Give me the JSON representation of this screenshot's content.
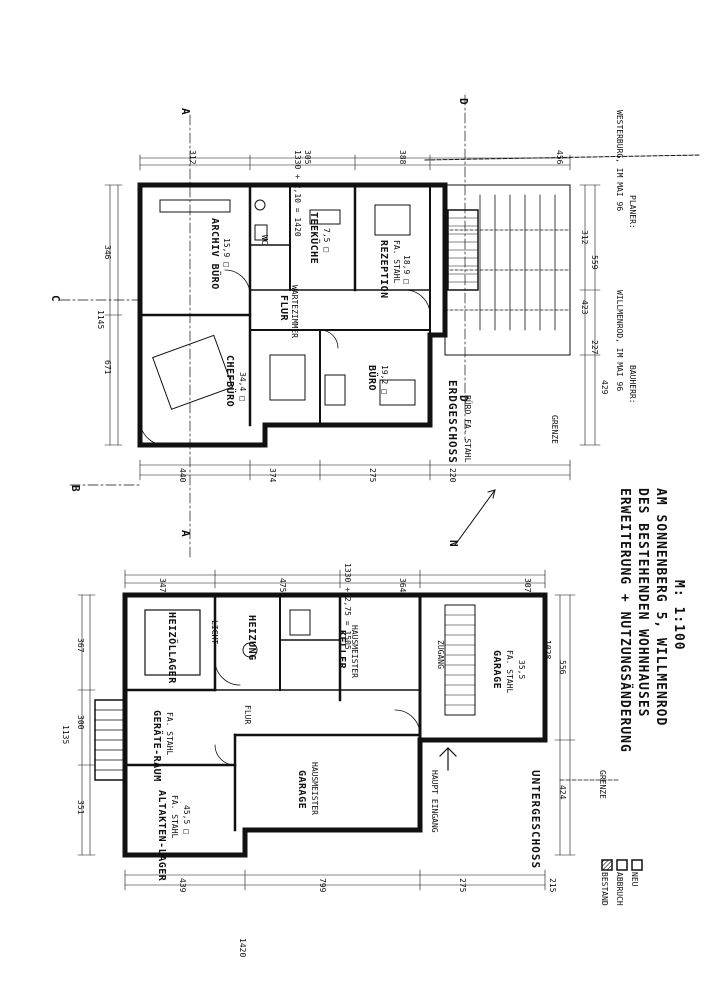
{
  "plans": {
    "upper": {
      "rooms": [
        {
          "name": "ARCHIV BÜRO",
          "area": "15,9 □"
        },
        {
          "name": "TEEKÜCHE",
          "area": "7,5 □"
        },
        {
          "name": "REZEPTION",
          "sub": "FA. STAHL",
          "area": "18,9 □"
        },
        {
          "name": "CHEFBÜRO",
          "area": "34,4 □"
        },
        {
          "name": "BÜRO",
          "area": "19,2 □"
        },
        {
          "name": "FLUR",
          "sub": "WARTEZIMMER"
        },
        {
          "name": "WC"
        }
      ],
      "label": "ERDGESCHOSS",
      "sublabel": "BÜRO FA. STAHL"
    },
    "lower": {
      "rooms": [
        {
          "name": "HEIZÖLLAGER"
        },
        {
          "name": "HEIZUNG"
        },
        {
          "name": "KELLER",
          "sub": "HAUSMEISTER"
        },
        {
          "name": "GARAGE",
          "sub": "HAUSMEISTER"
        },
        {
          "name": "GARAGE",
          "sub": "FA. STAHL",
          "area": "35,5"
        },
        {
          "name": "GERÄTE-RAUM",
          "sub": "FA. STAHL"
        },
        {
          "name": "ALTAKTEN-LAGER",
          "sub": "FA. STAHL",
          "area": "45,5 □"
        },
        {
          "name": "FLUR"
        },
        {
          "name": "HAUPT EINGANG"
        },
        {
          "name": "ZUGANG"
        },
        {
          "name": "LICHT"
        }
      ],
      "label": "UNTERGESCHOSS"
    }
  },
  "dimensions": {
    "upper_top": [
      "456",
      "388",
      "305",
      "312"
    ],
    "upper_total": "1330 + 2,10 = 1420",
    "upper_left": [
      "346",
      "1145",
      "671"
    ],
    "upper_bottom": [
      "440",
      "374",
      "429",
      "275",
      "220"
    ],
    "upper_right": [
      "312",
      "559",
      "423",
      "227"
    ],
    "lower_top": [
      "347",
      "475",
      "364",
      "307"
    ],
    "lower_total": "1330 + 2,75 = 1505",
    "lower_left": [
      "367",
      "300",
      "351",
      "1135"
    ],
    "lower_bottom": [
      "1420",
      "799",
      "439",
      "275",
      "215"
    ],
    "lower_right": [
      "556",
      "1028",
      "424"
    ]
  },
  "title": {
    "line1": "ERWEITERUNG + NUTZUNGSÄNDERUNG",
    "line2": "DES BESTEHENDEN WOHNHAUSES",
    "line3": "AM SONNENBERG 5, WILLMENROD",
    "scale": "M: 1:100"
  },
  "signatures": {
    "bauherr_label": "BAUHERR:",
    "bauherr_place": "WILLMENROD, IM MAI 96",
    "planer_label": "PLANER:",
    "planer_place": "WESTERBURG, IM MAI 96"
  },
  "legend": [
    {
      "label": "BESTAND",
      "filled": true
    },
    {
      "label": "ABBRUCH",
      "filled": false
    },
    {
      "label": "NEU",
      "filled": false
    }
  ],
  "markers": {
    "section_a": "A",
    "section_b": "B",
    "section_c": "C",
    "section_d": "D",
    "north": "N",
    "grenze": "GRENZE"
  }
}
